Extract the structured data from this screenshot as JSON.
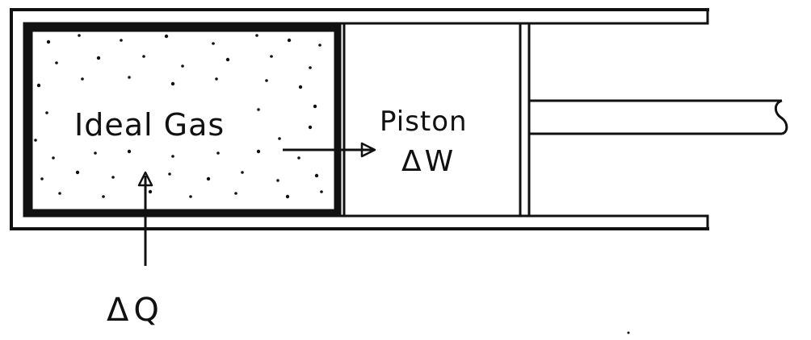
{
  "labels": {
    "gas": "Ideal Gas",
    "piston": "Piston",
    "work": "ΔW",
    "heat": "ΔQ"
  },
  "colors": {
    "ink": "#111111",
    "paper": "#ffffff"
  }
}
